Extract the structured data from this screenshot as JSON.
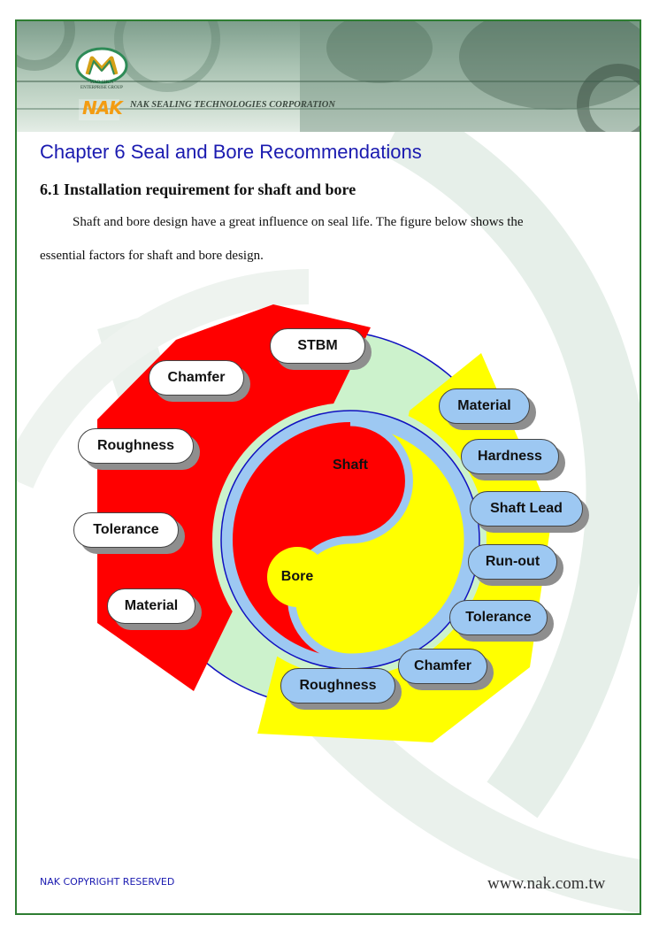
{
  "header": {
    "logo_group_text": "MAO-SHUN\nENTERPRISE GROUP",
    "brand_mark": "NAK",
    "company_name": "NAK SEALING TECHNOLOGIES CORPORATION"
  },
  "document": {
    "chapter_title": "Chapter 6 Seal and Bore Recommendations",
    "section_title": "6.1 Installation requirement for shaft and bore",
    "paragraph_line_1": "Shaft and bore design have a great influence on seal life. The figure below shows the",
    "paragraph_line_2": "essential factors for shaft and bore design."
  },
  "diagram": {
    "center": {
      "shaft_label": "Shaft",
      "bore_label": "Bore"
    },
    "bore_factors": [
      "STBM",
      "Chamfer",
      "Roughness",
      "Tolerance",
      "Material"
    ],
    "shaft_factors": [
      "Material",
      "Hardness",
      "Shaft Lead",
      "Run-out",
      "Tolerance",
      "Chamfer",
      "Roughness"
    ]
  },
  "footer": {
    "copyright": "NAK COPYRIGHT RESERVED",
    "url": "www.nak.com.tw"
  },
  "colors": {
    "bore_sector": "#ff0000",
    "shaft_sector": "#ffff00",
    "ring_fill": "#ccf2cc",
    "outer_circle_stroke": "#1010c0",
    "title_blue": "#1a1ab0",
    "shaft_pill_fill": "#9dc8f2",
    "frame_green": "#2e7d32"
  }
}
